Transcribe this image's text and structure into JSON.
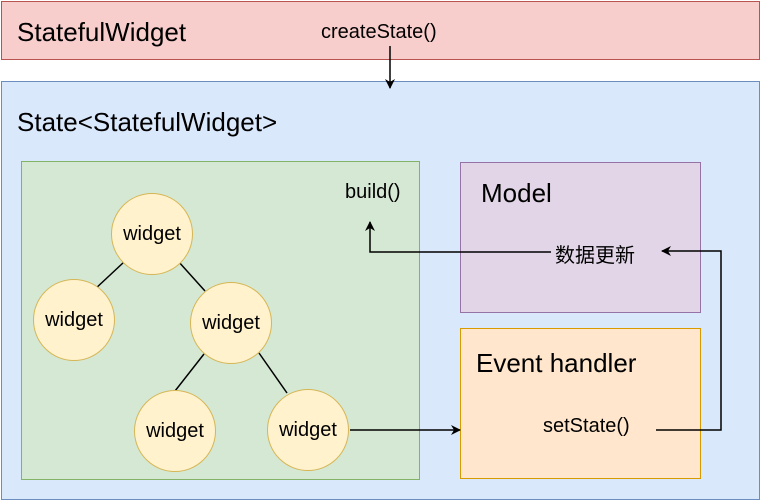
{
  "stateful_widget": {
    "title": "StatefulWidget",
    "method": "createState()"
  },
  "state": {
    "title": "State<StatefulWidget>"
  },
  "widget_tree": {
    "build_label": "build()",
    "nodes": [
      "widget",
      "widget",
      "widget",
      "widget",
      "widget"
    ]
  },
  "model": {
    "title": "Model",
    "update_label": "数据更新"
  },
  "event_handler": {
    "title": "Event handler",
    "method": "setState()"
  },
  "colors": {
    "stateful_fill": "#f8cecc",
    "stateful_stroke": "#b85450",
    "state_fill": "#dae8fc",
    "state_stroke": "#6c8ebf",
    "tree_fill": "#d5e8d4",
    "tree_stroke": "#82b366",
    "model_fill": "#e1d5e7",
    "model_stroke": "#9673a6",
    "event_fill": "#ffe6cc",
    "event_stroke": "#d79b00",
    "node_fill": "#fff2cc",
    "node_stroke": "#d6b656"
  }
}
